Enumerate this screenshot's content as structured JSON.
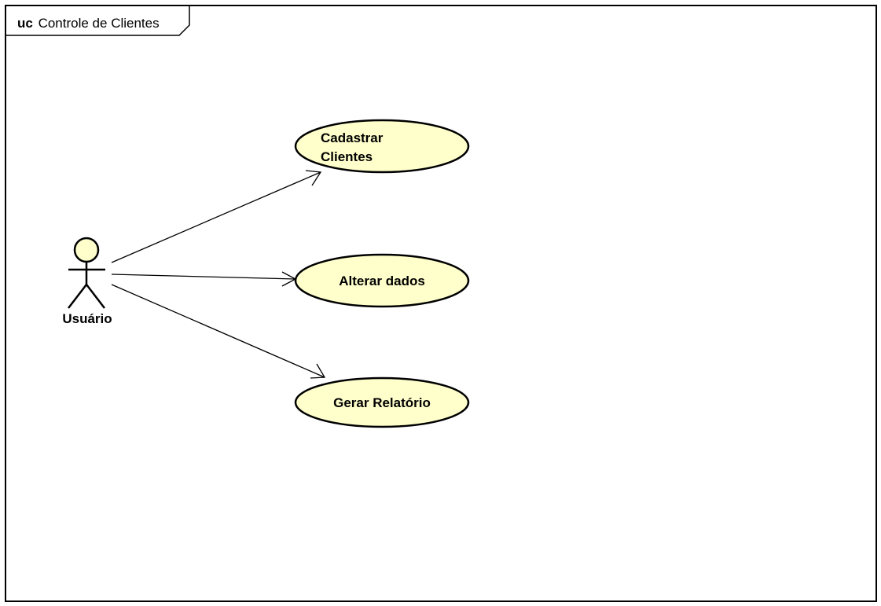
{
  "frame": {
    "keyword": "uc",
    "name": "Controle de Clientes"
  },
  "actor": {
    "name": "Usuário"
  },
  "use_cases": [
    {
      "lines": [
        "Cadastrar",
        "Clientes"
      ]
    },
    {
      "lines": [
        "Alterar dados"
      ]
    },
    {
      "lines": [
        "Gerar Relatório"
      ]
    }
  ],
  "colors": {
    "use_case_fill": "#ffffcc",
    "actor_fill": "#ffffcc",
    "stroke": "#000000",
    "background": "#ffffff"
  }
}
